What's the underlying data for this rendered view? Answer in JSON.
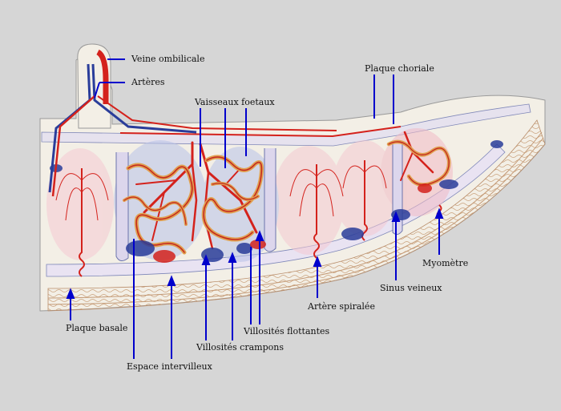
{
  "labels": {
    "veine_ombilicale": "Veine ombilicale",
    "arteres": "Artères",
    "vaisseaux_foetaux": "Vaisseaux foetaux",
    "plaque_choriale": "Plaque choriale",
    "myometre": "Myomètre",
    "sinus_veineux": "Sinus veineux",
    "artere_spiralee": "Artère spiralée",
    "villosites_flottantes": "Villosités flottantes",
    "villosites_crampons": "Villosités crampons",
    "espace_intervilleux": "Espace intervilleux",
    "plaque_basale": "Plaque basale"
  },
  "colors": {
    "background": "#d6d6d6",
    "tissue": "#f3efe6",
    "artery": "#d4221c",
    "vein": "#2a3d9a",
    "pointer": "#0000cc"
  }
}
